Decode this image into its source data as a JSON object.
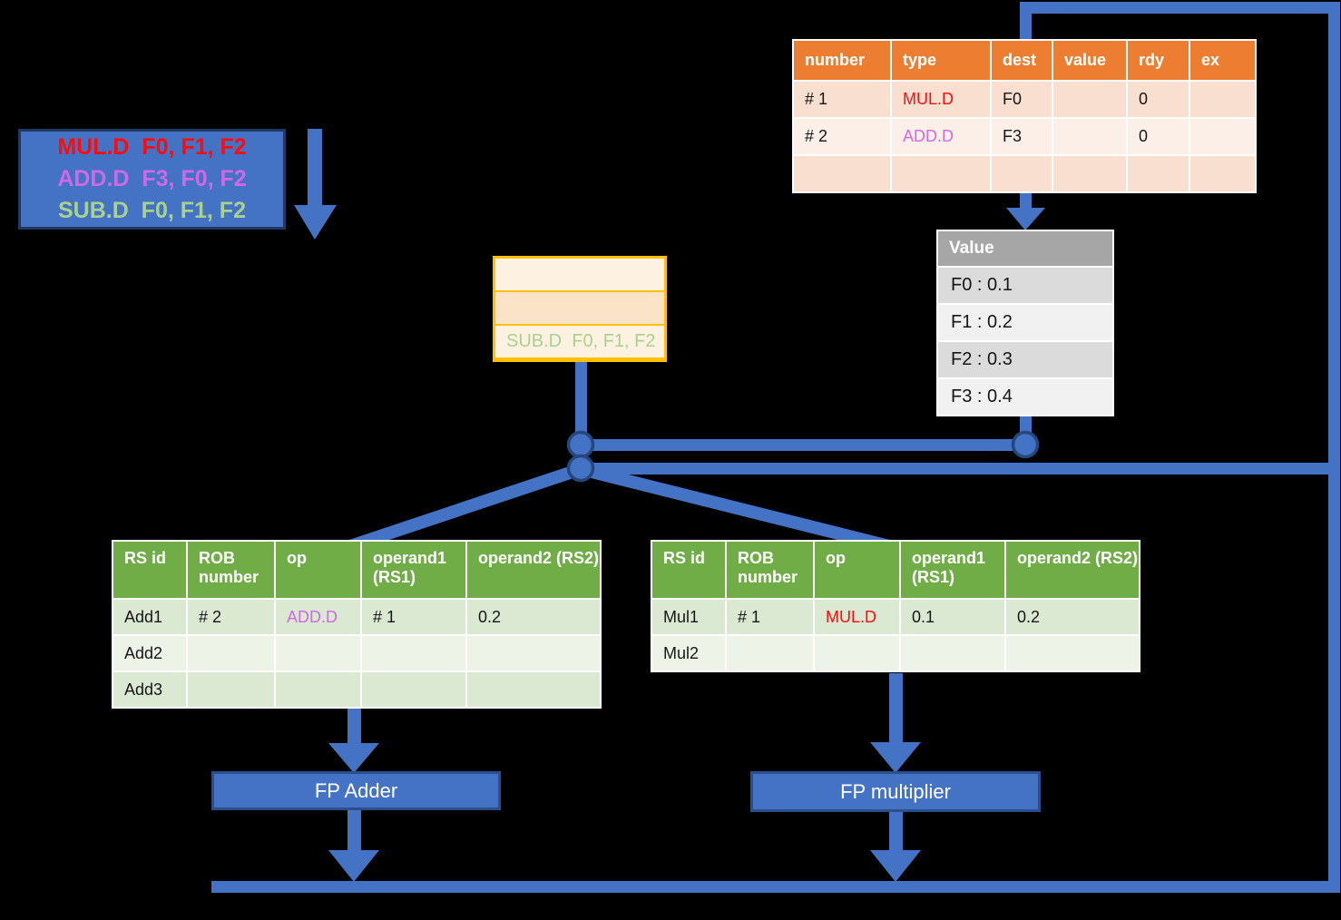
{
  "colors": {
    "accent_blue": "#4472C4",
    "connector_outline": "#2F528F",
    "mul_red": "#FF0000",
    "add_violet": "#CF69E6",
    "sub_green": "#A9D18E",
    "rob_header_orange": "#ED7D31",
    "register_header_gray": "#A6A6A6",
    "rs_header_green": "#70AD47",
    "queue_border_gold": "#FFC000"
  },
  "instruction_box": {
    "lines": [
      "MUL.D  F0, F1, F2",
      "ADD.D  F3, F0, F2",
      "SUB.D  F0, F1, F2"
    ]
  },
  "rob_table": {
    "headers": [
      "number",
      "type",
      "dest",
      "value",
      "rdy",
      "ex"
    ],
    "rows": [
      [
        "# 1",
        "MUL.D",
        "F0",
        "",
        "0",
        ""
      ],
      [
        "# 2",
        "ADD.D",
        "F3",
        "",
        "0",
        ""
      ],
      [
        "",
        "",
        "",
        "",
        "",
        ""
      ]
    ]
  },
  "register_table": {
    "header": "Value",
    "rows": [
      "F0 : 0.1",
      "F1 : 0.2",
      "F2 : 0.3",
      "F3 : 0.4"
    ]
  },
  "instruction_queue": {
    "rows": [
      "",
      "",
      "SUB.D  F0, F1, F2"
    ]
  },
  "rs_add_table": {
    "headers": [
      "RS id",
      "ROB number",
      "op",
      "operand1 (RS1)",
      "operand2 (RS2)"
    ],
    "rows": [
      [
        "Add1",
        "# 2",
        "ADD.D",
        "# 1",
        "0.2"
      ],
      [
        "Add2",
        "",
        "",
        "",
        ""
      ],
      [
        "Add3",
        "",
        "",
        "",
        ""
      ]
    ]
  },
  "rs_mul_table": {
    "headers": [
      "RS id",
      "ROB number",
      "op",
      "operand1 (RS1)",
      "operand2 (RS2)"
    ],
    "rows": [
      [
        "Mul1",
        "# 1",
        "MUL.D",
        "0.1",
        "0.2"
      ],
      [
        "Mul2",
        "",
        "",
        "",
        ""
      ]
    ]
  },
  "fp_adder": {
    "label": "FP Adder"
  },
  "fp_multiplier": {
    "label": "FP multiplier"
  }
}
